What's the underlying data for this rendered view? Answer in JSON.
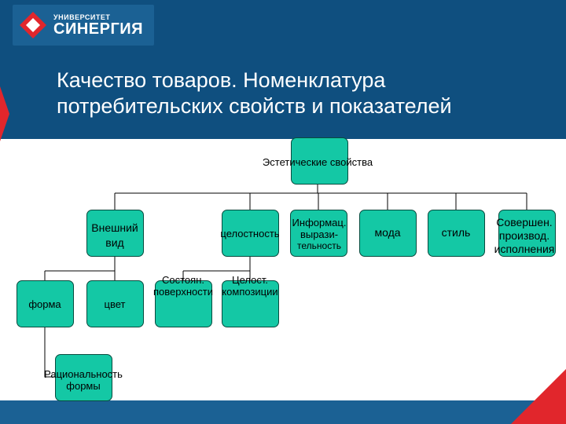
{
  "logo": {
    "top": "УНИВЕРСИТЕТ",
    "bottom": "СИНЕРГИЯ"
  },
  "slide": {
    "title_line1": "Качество товаров. Номенклатура",
    "title_line2": "потребительских свойств и показателей"
  },
  "diagram": {
    "root": "Эстетические свойства",
    "external_view": [
      "Внешний",
      "вид"
    ],
    "integrity": "целостность",
    "informational": [
      "Информац.",
      "вырази-",
      "тельность"
    ],
    "fashion": "мода",
    "style": "стиль",
    "perfection": [
      "Совершен.",
      "производ.",
      "исполнения"
    ],
    "form": "форма",
    "color": "цвет",
    "surface_state": [
      "Состоян.",
      "поверхности"
    ],
    "composition_integrity": [
      "Целост.",
      "композиции"
    ],
    "form_rationality": [
      "Рациональность",
      "формы"
    ]
  },
  "colors": {
    "header_bg": "#0f4f7f",
    "box_fill": "#14c8a5",
    "accent_red": "#e1262c"
  }
}
